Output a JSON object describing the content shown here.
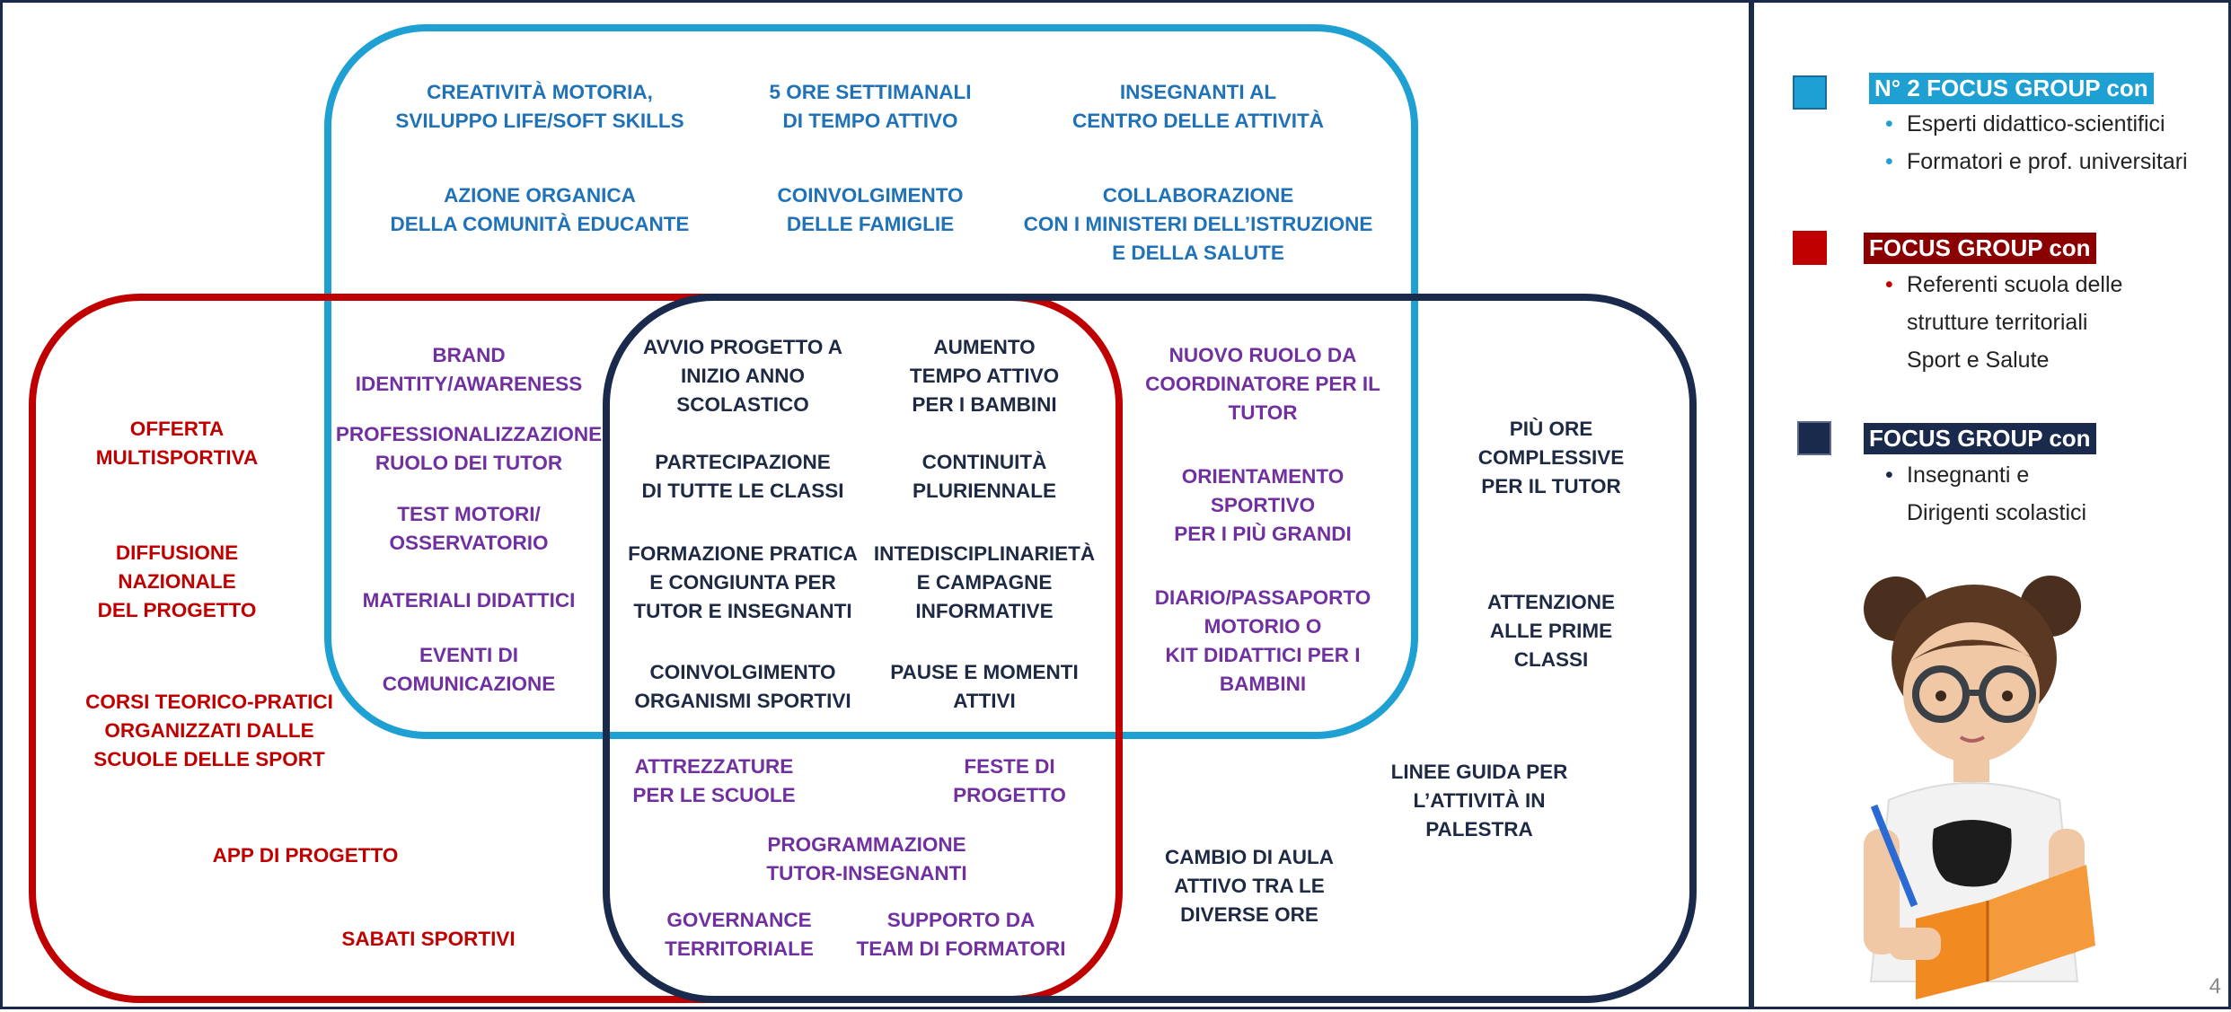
{
  "colors": {
    "light_blue": "#1ea0d2",
    "red": "#c00000",
    "navy": "#1a2a4c",
    "blue_text": "#1f72b8",
    "purple_text": "#7130a0",
    "red_text": "#c00000",
    "navy_text": "#1e2a44"
  },
  "diagram": {
    "blue_only": [
      "CREATIVITÀ MOTORIA,\nSVILUPPO LIFE/SOFT SKILLS",
      "5 ORE SETTIMANALI\nDI TEMPO ATTIVO",
      "INSEGNANTI AL\nCENTRO DELLE ATTIVITÀ",
      "AZIONE ORGANICA\nDELLA COMUNITÀ EDUCANTE",
      "COINVOLGIMENTO\nDELLE FAMIGLIE",
      "COLLABORAZIONE\nCON I MINISTERI DELL’ISTRUZIONE\nE DELLA SALUTE"
    ],
    "blue_red": [
      "BRAND\nIDENTITY/AWARENESS",
      "PROFESSIONALIZZAZIONE\nRUOLO DEI TUTOR",
      "TEST MOTORI/\nOSSERVATORIO",
      "MATERIALI DIDATTICI",
      "EVENTI DI\nCOMUNICAZIONE"
    ],
    "center": [
      "AVVIO PROGETTO A\nINIZIO ANNO\nSCOLASTICO",
      "AUMENTO\nTEMPO ATTIVO\nPER I BAMBINI",
      "PARTECIPAZIONE\nDI TUTTE LE CLASSI",
      "CONTINUITÀ\nPLURIENNALE",
      "FORMAZIONE PRATICA\nE CONGIUNTA PER\nTUTOR E INSEGNANTI",
      "INTEDISCIPLINARIETÀ\nE CAMPAGNE\nINFORMATIVE",
      "COINVOLGIMENTO\nORGANISMI SPORTIVI",
      "PAUSE E MOMENTI\nATTIVI"
    ],
    "blue_navy": [
      "NUOVO RUOLO DA\nCOORDINATORE PER IL\nTUTOR",
      "ORIENTAMENTO\nSPORTIVO\nPER I PIÙ GRANDI",
      "DIARIO/PASSAPORTO\nMOTORIO O\nKIT DIDATTICI PER I\nBAMBINI"
    ],
    "red_navy": [
      "ATTREZZATURE\nPER LE SCUOLE",
      "FESTE DI\nPROGETTO",
      "PROGRAMMAZIONE\nTUTOR-INSEGNANTI",
      "GOVERNANCE\nTERRITORIALE",
      "SUPPORTO DA\nTEAM DI FORMATORI"
    ],
    "red_only": [
      "OFFERTA\nMULTISPORTIVA",
      "DIFFUSIONE\nNAZIONALE\nDEL PROGETTO",
      "CORSI TEORICO-PRATICI\nORGANIZZATI DALLE\nSCUOLE DELLE SPORT",
      "APP DI PROGETTO",
      "SABATI SPORTIVI"
    ],
    "navy_only": [
      "PIÙ ORE\nCOMPLESSIVE\nPER IL TUTOR",
      "ATTENZIONE\nALLE PRIME\nCLASSI",
      "LINEE GUIDA PER\nL’ATTIVITÀ IN\nPALESTRA",
      "CAMBIO DI AULA\nATTIVO TRA LE\nDIVERSE ORE"
    ]
  },
  "legend": [
    {
      "title": "N° 2 FOCUS GROUP con",
      "color": "#1ea0d2",
      "items": [
        "Esperti didattico-scientifici",
        "Formatori e prof. universitari"
      ]
    },
    {
      "title": "FOCUS GROUP con",
      "color": "#c00000",
      "items": [
        "Referenti scuola delle\nstrutture territoriali\nSport e Salute"
      ]
    },
    {
      "title": "FOCUS GROUP con",
      "color": "#1a2a4c",
      "items": [
        "Insegnanti e\nDirigenti scolastici"
      ]
    }
  ],
  "page_number": "4",
  "image": {
    "icon": "child-with-glasses-reading-book"
  }
}
